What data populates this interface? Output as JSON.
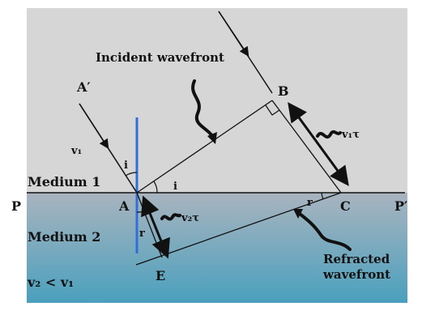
{
  "colors": {
    "background": "#ffffff",
    "medium1": "#d6d6d6",
    "medium2_top": "#a9b4bf",
    "medium2_bottom": "#4aa0bd",
    "normal_line": "#2f6fd6",
    "ink": "#111111"
  },
  "labels": {
    "incident_wavefront": "Incident wavefront",
    "refracted_line1": "Refracted",
    "refracted_line2": "wavefront",
    "medium1": "Medium 1",
    "medium2": "Medium 2",
    "velocity_relation": "v₂ < v₁",
    "v1": "v₁",
    "v1_tau": "v₁τ",
    "v2_tau": "v₂τ",
    "point_a_prime": "A′",
    "point_a": "A",
    "point_b": "B",
    "point_c": "C",
    "point_e": "E",
    "point_p": "P",
    "point_p_prime": "P′",
    "angle_i_incident": "i",
    "angle_i_wavefront": "i",
    "angle_r_normal": "r",
    "angle_r_wavefront": "r"
  }
}
